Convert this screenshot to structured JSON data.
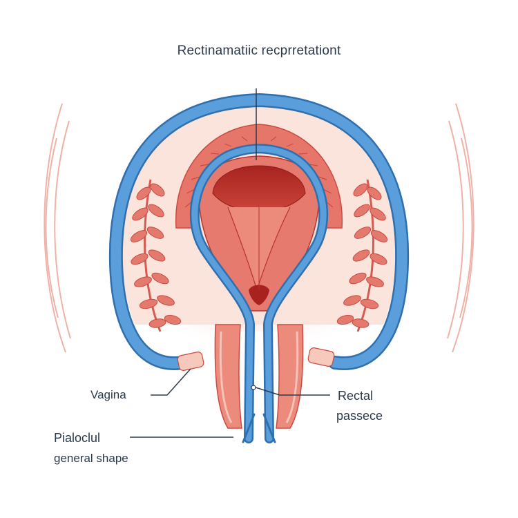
{
  "title": "Rectinamatiic recprretationt",
  "labels": {
    "vagina": "Vagina",
    "rectal_line1": "Rectal",
    "rectal_line2": "passece",
    "piaolocul_line1": "Pialoclul",
    "piaolocul_line2": "general shape"
  },
  "colors": {
    "blue_tube": "#4b8fd0",
    "blue_tube_dark": "#2f6fae",
    "muscle": "#e06a62",
    "muscle_light": "#f3b3a8",
    "background_tissue": "#fbe4dc",
    "cavity": "#b8322c",
    "leader_line": "#2b3a4a"
  }
}
